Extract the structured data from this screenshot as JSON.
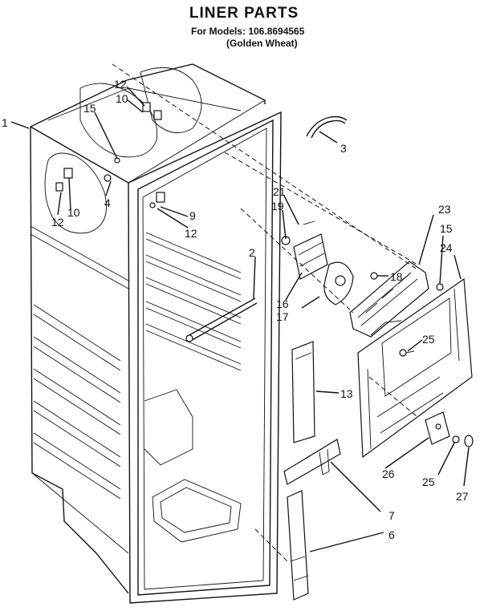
{
  "title": "LINER PARTS",
  "subtitle_models": "For Models: 106.8694565",
  "subtitle_color": "(Golden Wheat)",
  "callouts": {
    "c1": "1",
    "c2": "2",
    "c3": "3",
    "c4": "4",
    "c6": "6",
    "c7": "7",
    "c9": "9",
    "c10a": "10",
    "c10b": "10",
    "c12a": "12",
    "c12b": "12",
    "c12c": "12",
    "c13": "13",
    "c15a": "15",
    "c15b": "15",
    "c16": "16",
    "c17": "17",
    "c18": "18",
    "c19": "19",
    "c21": "21",
    "c23": "23",
    "c24": "24",
    "c25a": "25",
    "c25b": "25",
    "c26": "26",
    "c27": "27"
  }
}
